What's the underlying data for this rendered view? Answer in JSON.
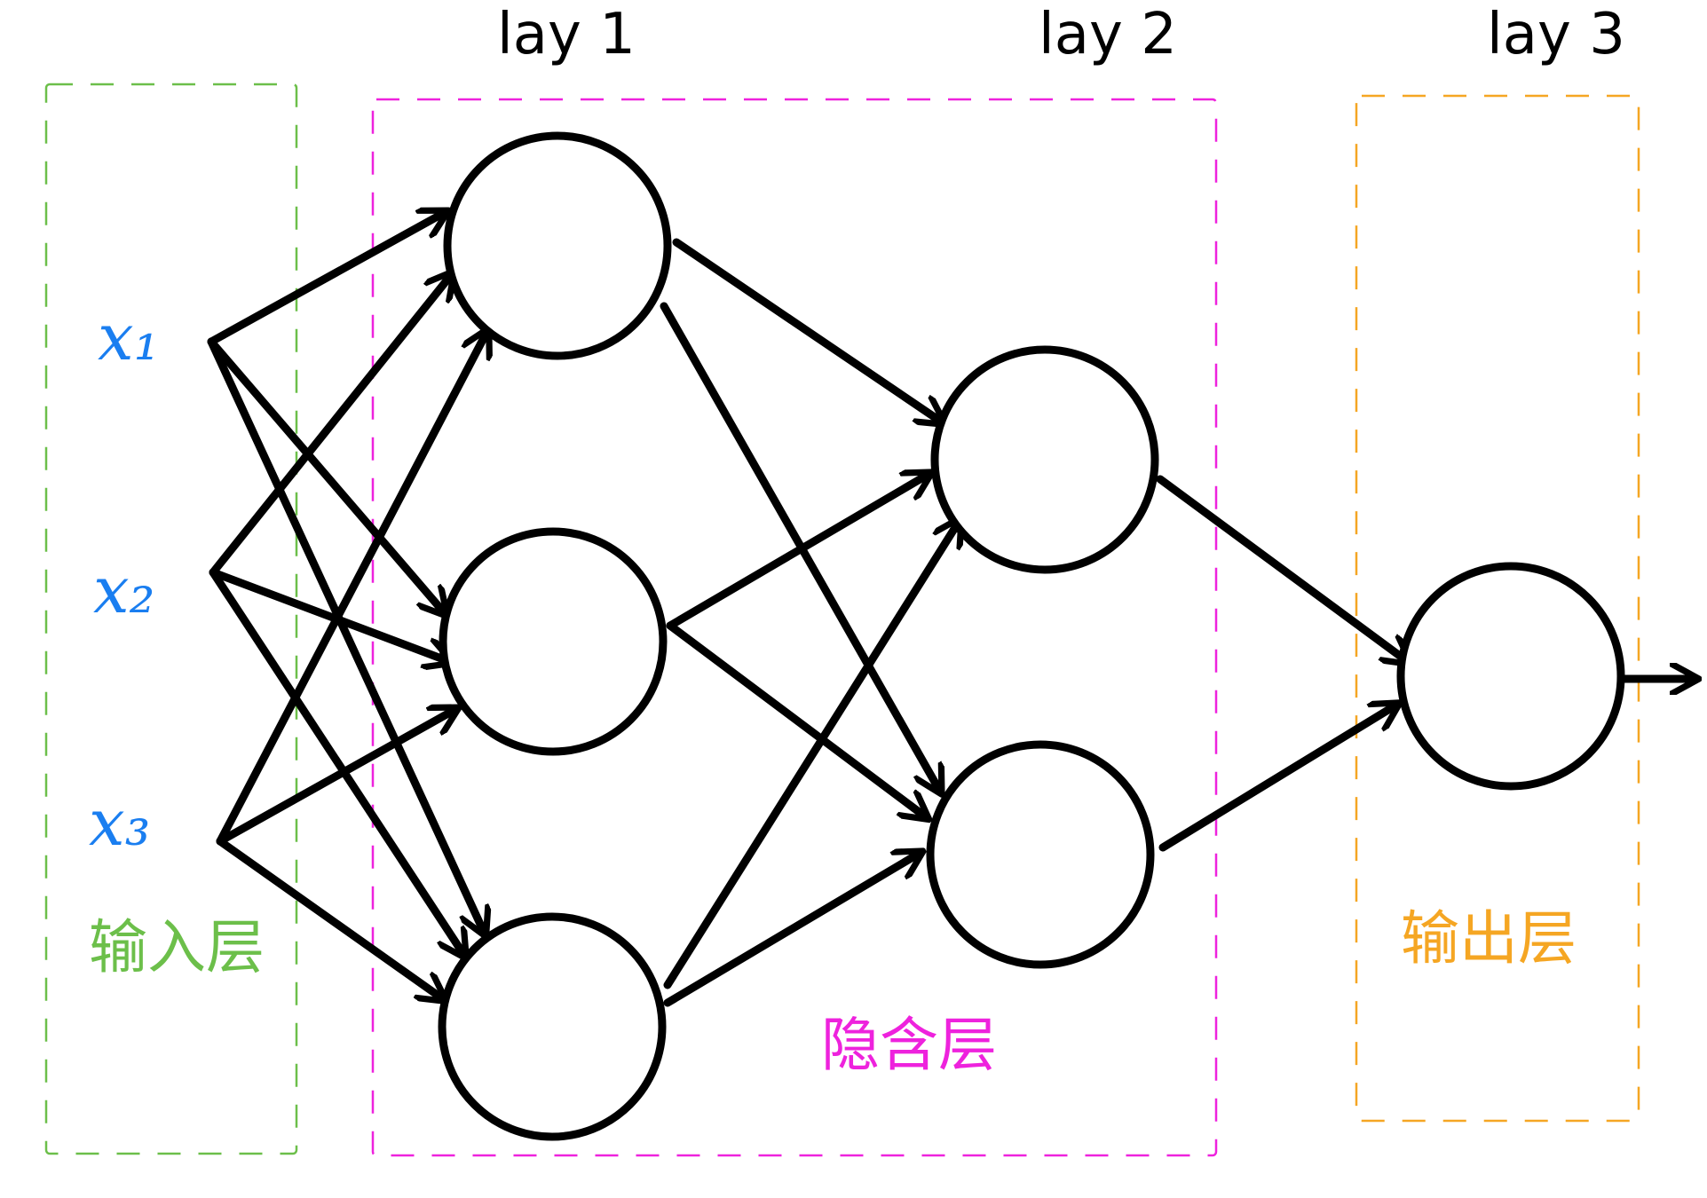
{
  "layer_titles": {
    "layer1": "lay 1",
    "layer2": "lay 2",
    "layer3": "lay 3"
  },
  "inputs": {
    "x1": "x₁",
    "x2": "x₂",
    "x3": "x₃"
  },
  "groups": {
    "input_layer": "输入层",
    "hidden_layer": "隐含层",
    "output_layer": "输出层"
  },
  "colors": {
    "input_box": "#6cbf4a",
    "hidden_box": "#ee22dd",
    "output_box": "#f5a623",
    "input_text": "#1a7ef0",
    "stroke": "#000000"
  }
}
